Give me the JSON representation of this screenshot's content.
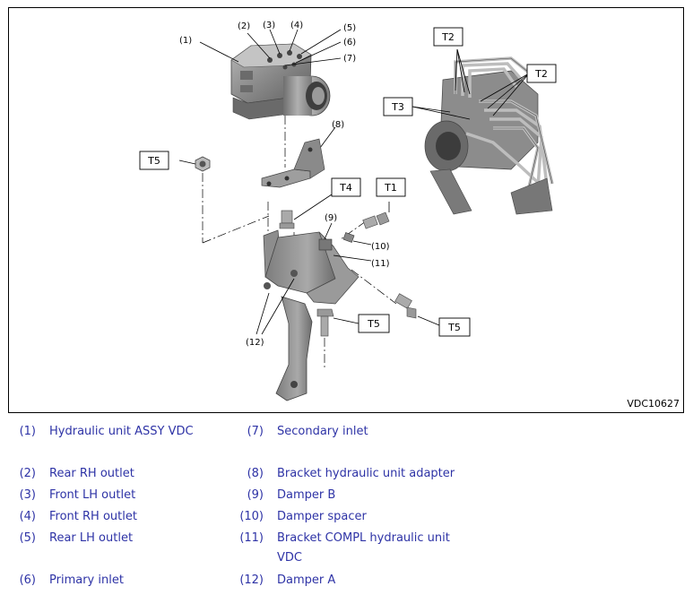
{
  "figure": {
    "code": "VDC10627",
    "callouts": {
      "c1": "(1)",
      "c2": "(2)",
      "c3": "(3)",
      "c4": "(4)",
      "c5": "(5)",
      "c6": "(6)",
      "c7": "(7)",
      "c8": "(8)",
      "c9": "(9)",
      "c10": "(10)",
      "c11": "(11)",
      "c12": "(12)"
    },
    "torque_labels": {
      "t1": "T1",
      "t2a": "T2",
      "t2b": "T2",
      "t3": "T3",
      "t4": "T4",
      "t5a": "T5",
      "t5b": "T5",
      "t5c": "T5"
    }
  },
  "legend": {
    "left": [
      {
        "num": "(1)",
        "text": "Hydraulic unit ASSY VDC"
      },
      {
        "num": "(2)",
        "text": "Rear RH outlet"
      },
      {
        "num": "(3)",
        "text": "Front LH outlet"
      },
      {
        "num": "(4)",
        "text": "Front RH outlet"
      },
      {
        "num": "(5)",
        "text": "Rear LH outlet"
      },
      {
        "num": "(6)",
        "text": "Primary inlet"
      }
    ],
    "right": [
      {
        "num": "(7)",
        "text": "Secondary inlet"
      },
      {
        "num": "(8)",
        "text": "Bracket hydraulic unit adapter"
      },
      {
        "num": "(9)",
        "text": "Damper B"
      },
      {
        "num": "(10)",
        "text": "Damper spacer"
      },
      {
        "num": "(11)",
        "text": "Bracket COMPL hydraulic unit",
        "text2": "VDC"
      },
      {
        "num": "(12)",
        "text": "Damper A"
      }
    ]
  },
  "colors": {
    "legend_text": "#2e33a6",
    "part_gray": "#8c8c8c",
    "part_dark": "#5a5a5a",
    "part_light": "#c8c8c8"
  }
}
